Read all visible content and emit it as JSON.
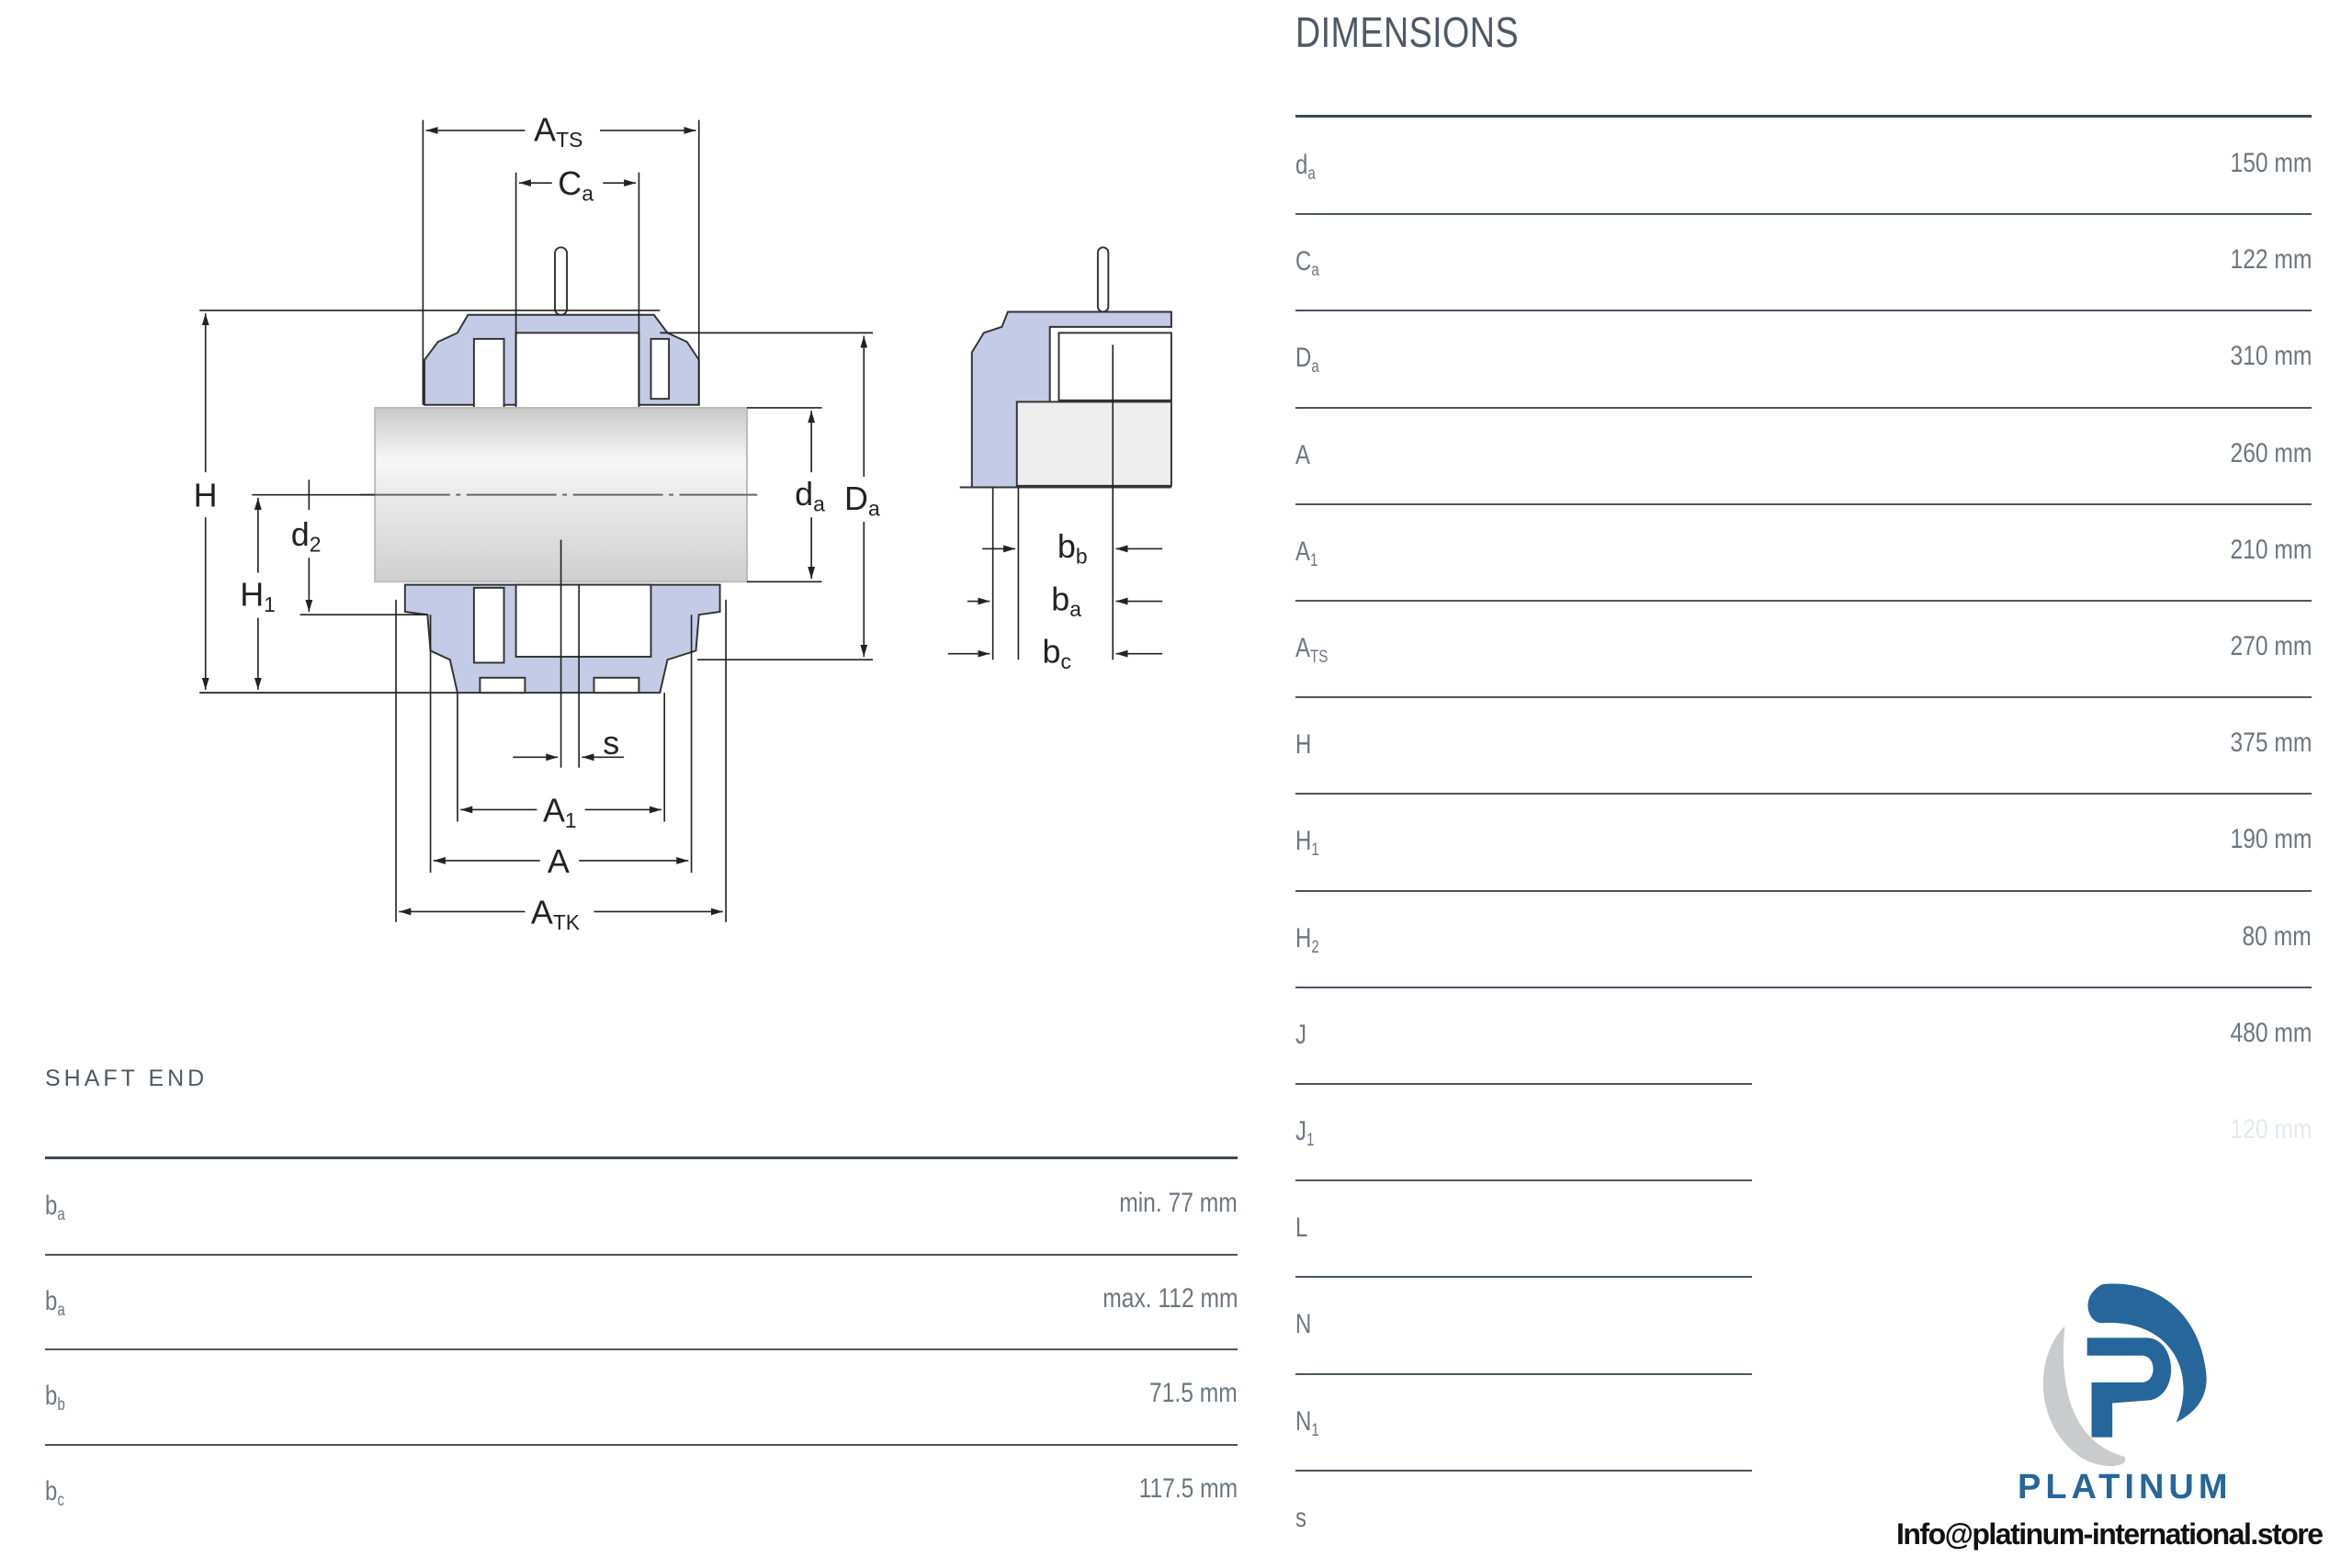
{
  "dimensions": {
    "title": "DIMENSIONS",
    "rows": [
      {
        "label": "d",
        "sub": "a",
        "value": "150 mm"
      },
      {
        "label": "C",
        "sub": "a",
        "value": "122 mm"
      },
      {
        "label": "D",
        "sub": "a",
        "value": "310 mm"
      },
      {
        "label": "A",
        "sub": "",
        "value": "260 mm"
      },
      {
        "label": "A",
        "sub": "1",
        "value": "210 mm"
      },
      {
        "label": "A",
        "sub": "TS",
        "value": "270 mm"
      },
      {
        "label": "H",
        "sub": "",
        "value": "375 mm"
      },
      {
        "label": "H",
        "sub": "1",
        "value": "190 mm"
      },
      {
        "label": "H",
        "sub": "2",
        "value": "80 mm"
      },
      {
        "label": "J",
        "sub": "",
        "value": "480 mm"
      },
      {
        "label": "J",
        "sub": "1",
        "value": "120 mm"
      },
      {
        "label": "L",
        "sub": "",
        "value": ""
      },
      {
        "label": "N",
        "sub": "",
        "value": ""
      },
      {
        "label": "N",
        "sub": "1",
        "value": ""
      },
      {
        "label": "s",
        "sub": "",
        "value": ""
      }
    ]
  },
  "shaft_end": {
    "title": "SHAFT END",
    "rows": [
      {
        "label": "b",
        "sub": "a",
        "value": "min. 77 mm"
      },
      {
        "label": "b",
        "sub": "a",
        "value": "max. 112 mm"
      },
      {
        "label": "b",
        "sub": "b",
        "value": "71.5 mm"
      },
      {
        "label": "b",
        "sub": "c",
        "value": "117.5 mm"
      }
    ]
  },
  "diagram": {
    "labels": {
      "ATS": {
        "m": "A",
        "s": "TS"
      },
      "Ca": {
        "m": "C",
        "s": "a"
      },
      "H": {
        "m": "H",
        "s": ""
      },
      "H1": {
        "m": "H",
        "s": "1"
      },
      "d2": {
        "m": "d",
        "s": "2"
      },
      "da": {
        "m": "d",
        "s": "a"
      },
      "Da": {
        "m": "D",
        "s": "a"
      },
      "s": {
        "m": "s",
        "s": ""
      },
      "A1": {
        "m": "A",
        "s": "1"
      },
      "A": {
        "m": "A",
        "s": ""
      },
      "ATK": {
        "m": "A",
        "s": "TK"
      },
      "bb": {
        "m": "b",
        "s": "b"
      },
      "ba": {
        "m": "b",
        "s": "a"
      },
      "bc": {
        "m": "b",
        "s": "c"
      }
    }
  },
  "logo": {
    "word": "PLATINUM",
    "email": "Info@platinum-international.store"
  },
  "colors": {
    "housing": "#c3cbe6",
    "brand_blue": "#26669a",
    "brand_gray": "#c9cbcd"
  }
}
